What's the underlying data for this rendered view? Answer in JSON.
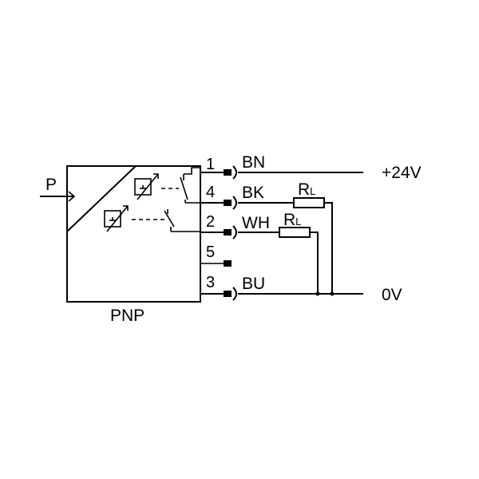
{
  "input": {
    "label": "P"
  },
  "sensor": {
    "type_label": "PNP"
  },
  "pins": [
    {
      "number": "1",
      "wire": "BN"
    },
    {
      "number": "4",
      "wire": "BK"
    },
    {
      "number": "2",
      "wire": "WH"
    },
    {
      "number": "5",
      "wire": ""
    },
    {
      "number": "3",
      "wire": "BU"
    }
  ],
  "loads": [
    {
      "label": "R",
      "subscript": "L"
    },
    {
      "label": "R",
      "subscript": "L"
    }
  ],
  "rails": {
    "positive": "+24V",
    "ground": "0V"
  }
}
